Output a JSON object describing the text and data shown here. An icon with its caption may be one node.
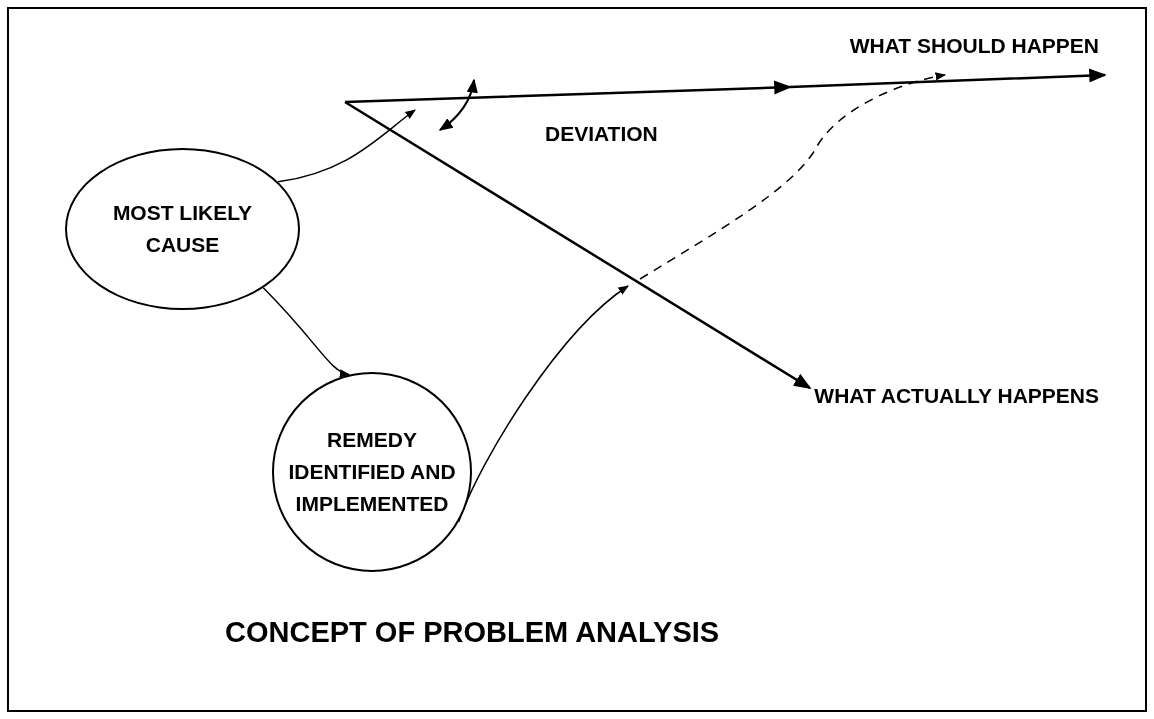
{
  "diagram": {
    "caption": "CONCEPT OF PROBLEM ANALYSIS",
    "nodes": [
      {
        "text": [
          "MOST LIKELY CAUSE"
        ]
      },
      {
        "text": [
          "REMEDY IDENTIFIED AND IMPLEMENTED"
        ]
      },
      {
        "text": [
          "WHAT SHOULD HAPPEN"
        ]
      },
      {
        "text": [
          "WHAT ACTUALLY HAPPENS"
        ]
      }
    ],
    "edges": [
      {
        "from": null,
        "to": 2,
        "arrow": "to"
      },
      {
        "from": null,
        "to": 3,
        "arrow": "to"
      },
      {
        "from": 0,
        "to": null,
        "arrow": "to"
      },
      {
        "from": 0,
        "to": 1,
        "arrow": "to"
      },
      {
        "from": 1,
        "to": null,
        "arrow": "to"
      },
      {
        "from": null,
        "to": 2,
        "arrow": "to",
        "style": "dashed"
      }
    ],
    "labels": [
      "DEVIATION"
    ]
  }
}
